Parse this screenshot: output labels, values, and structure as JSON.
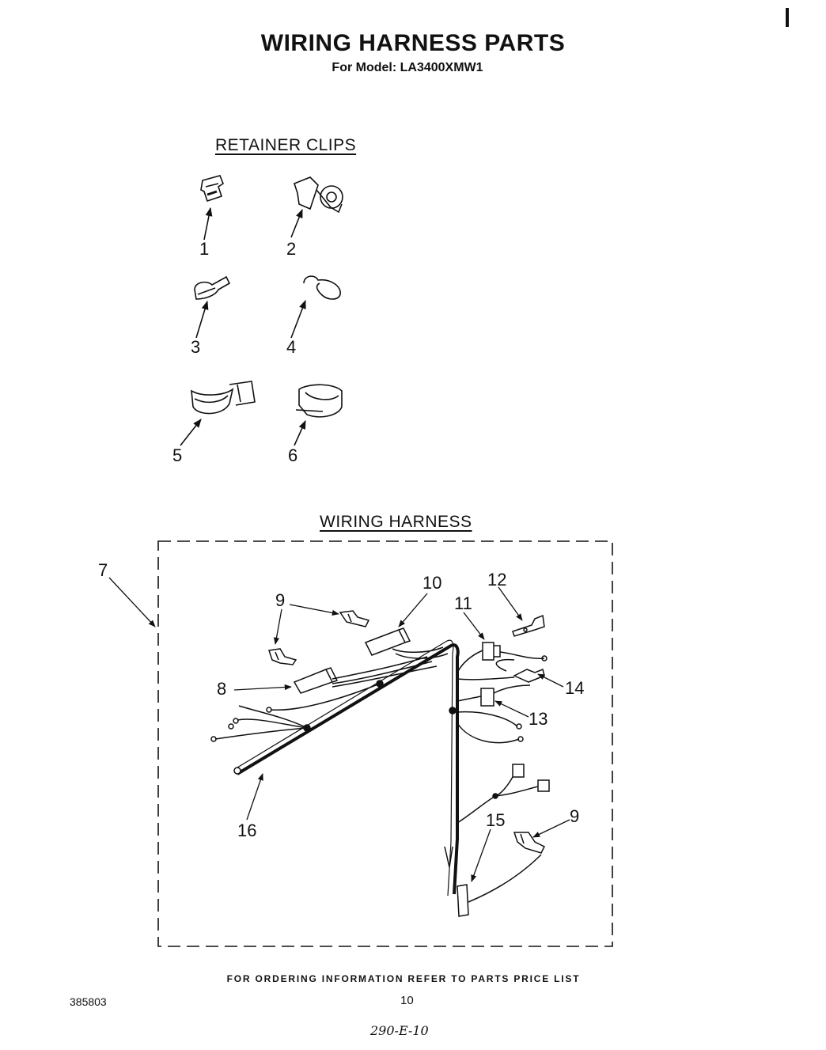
{
  "header": {
    "title": "WIRING HARNESS PARTS",
    "subtitle": "For Model: LA3400XMW1"
  },
  "sections": {
    "retainer_clips": "RETAINER CLIPS",
    "wiring_harness": "WIRING HARNESS"
  },
  "callouts": {
    "c1": "1",
    "c2": "2",
    "c3": "3",
    "c4": "4",
    "c5": "5",
    "c6": "6",
    "c7": "7",
    "c8": "8",
    "c9a": "9",
    "c9b": "9",
    "c10": "10",
    "c11": "11",
    "c12": "12",
    "c13": "13",
    "c14": "14",
    "c15": "15",
    "c16": "16"
  },
  "footer": {
    "ordering_note": "FOR ORDERING INFORMATION REFER TO PARTS PRICE LIST",
    "doc_number": "385803",
    "page_number": "10",
    "handwritten_note": "290-E-10"
  }
}
